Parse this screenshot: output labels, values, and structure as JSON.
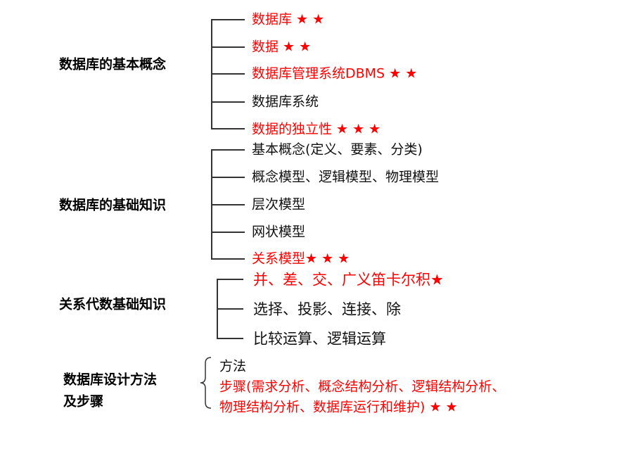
{
  "groups": [
    {
      "label": "数据库的基本概念",
      "items": [
        {
          "text": "数据库 ★ ★",
          "highlight": true
        },
        {
          "text": "数据 ★ ★",
          "highlight": true
        },
        {
          "text": "数据库管理系统DBMS ★ ★",
          "highlight": true
        },
        {
          "text": "数据库系统",
          "highlight": false
        },
        {
          "text": "数据的独立性 ★ ★ ★",
          "highlight": true
        }
      ]
    },
    {
      "label": "数据库的基础知识",
      "items": [
        {
          "text": "基本概念(定义、要素、分类)",
          "highlight": false
        },
        {
          "text": "概念模型、逻辑模型、物理模型",
          "highlight": false
        },
        {
          "text": "层次模型",
          "highlight": false
        },
        {
          "text": "网状模型",
          "highlight": false
        },
        {
          "text": "关系模型★ ★ ★",
          "highlight": true
        }
      ]
    },
    {
      "label": "关系代数基础知识",
      "items": [
        {
          "text": "并、差、交、广义笛卡尔积★",
          "highlight": true
        },
        {
          "text": "选择、投影、连接、除",
          "highlight": false
        },
        {
          "text": "比较运算、逻辑运算",
          "highlight": false
        }
      ]
    },
    {
      "label_lines": [
        "数据库设计方法",
        "及步骤"
      ],
      "items": [
        {
          "text": "方法",
          "highlight": false
        },
        {
          "text": "步骤(需求分析、概念结构分析、逻辑结构分析、",
          "highlight": true
        },
        {
          "text": "物理结构分析、数据库运行和维护) ★ ★",
          "highlight": true
        }
      ]
    }
  ],
  "colors": {
    "highlight": "#ff0000",
    "normal": "#111111"
  }
}
